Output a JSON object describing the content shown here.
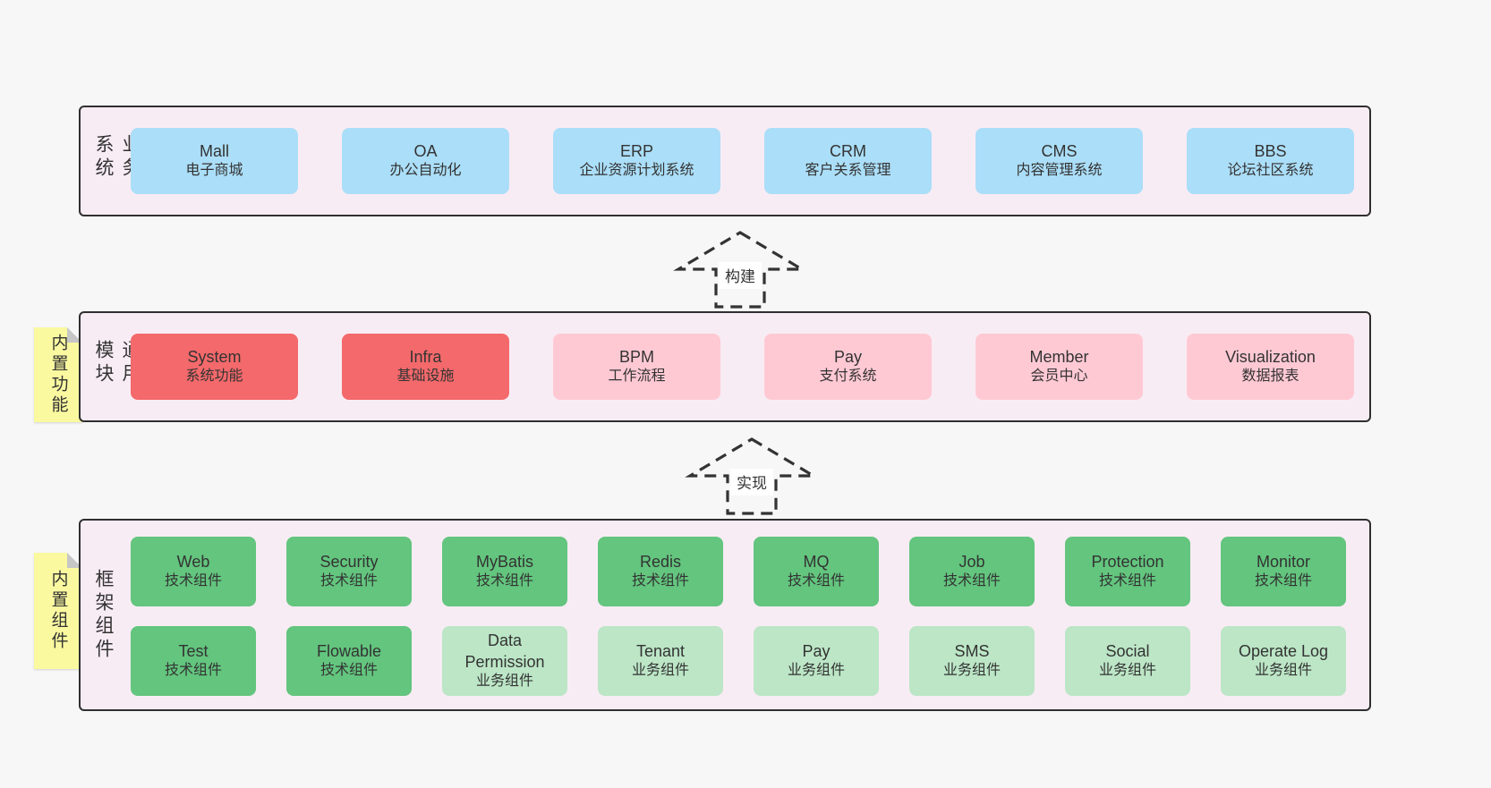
{
  "palette": {
    "page_bg": "#f7f7f7",
    "panel_bg": "#f8ecf4",
    "panel_border": "#2f2f2f",
    "blue": "#abdef8",
    "red": "#f4696b",
    "pink": "#ffc9d4",
    "green": "#63c57e",
    "lightgreen": "#bce6c6",
    "sticky_yellow": "#faf9a0",
    "text": "#333333"
  },
  "sections": [
    {
      "side_label": "业务系统",
      "boxes": [
        {
          "title": "Mall",
          "subtitle": "电子商城",
          "variant": "blue"
        },
        {
          "title": "OA",
          "subtitle": "办公自动化",
          "variant": "blue"
        },
        {
          "title": "ERP",
          "subtitle": "企业资源计划系统",
          "variant": "blue"
        },
        {
          "title": "CRM",
          "subtitle": "客户关系管理",
          "variant": "blue"
        },
        {
          "title": "CMS",
          "subtitle": "内容管理系统",
          "variant": "blue"
        },
        {
          "title": "BBS",
          "subtitle": "论坛社区系统",
          "variant": "blue"
        }
      ]
    },
    {
      "side_label": "通用模块",
      "sticky_label": "内置功能",
      "boxes": [
        {
          "title": "System",
          "subtitle": "系统功能",
          "variant": "red"
        },
        {
          "title": "Infra",
          "subtitle": "基础设施",
          "variant": "red"
        },
        {
          "title": "BPM",
          "subtitle": "工作流程",
          "variant": "pink"
        },
        {
          "title": "Pay",
          "subtitle": "支付系统",
          "variant": "pink"
        },
        {
          "title": "Member",
          "subtitle": "会员中心",
          "variant": "pink"
        },
        {
          "title": "Visualization",
          "subtitle": "数据报表",
          "variant": "pink"
        }
      ]
    },
    {
      "side_label": "框架组件",
      "sticky_label": "内置组件",
      "rows": [
        [
          {
            "title": "Web",
            "subtitle": "技术组件",
            "variant": "green"
          },
          {
            "title": "Security",
            "subtitle": "技术组件",
            "variant": "green"
          },
          {
            "title": "MyBatis",
            "subtitle": "技术组件",
            "variant": "green"
          },
          {
            "title": "Redis",
            "subtitle": "技术组件",
            "variant": "green"
          },
          {
            "title": "MQ",
            "subtitle": "技术组件",
            "variant": "green"
          },
          {
            "title": "Job",
            "subtitle": "技术组件",
            "variant": "green"
          },
          {
            "title": "Protection",
            "subtitle": "技术组件",
            "variant": "green"
          },
          {
            "title": "Monitor",
            "subtitle": "技术组件",
            "variant": "green"
          }
        ],
        [
          {
            "title": "Test",
            "subtitle": "技术组件",
            "variant": "green"
          },
          {
            "title": "Flowable",
            "subtitle": "技术组件",
            "variant": "green"
          },
          {
            "title": "Data Permission",
            "subtitle": "业务组件",
            "variant": "lightgreen"
          },
          {
            "title": "Tenant",
            "subtitle": "业务组件",
            "variant": "lightgreen"
          },
          {
            "title": "Pay",
            "subtitle": "业务组件",
            "variant": "lightgreen"
          },
          {
            "title": "SMS",
            "subtitle": "业务组件",
            "variant": "lightgreen"
          },
          {
            "title": "Social",
            "subtitle": "业务组件",
            "variant": "lightgreen"
          },
          {
            "title": "Operate Log",
            "subtitle": "业务组件",
            "variant": "lightgreen"
          }
        ]
      ]
    }
  ],
  "arrows": [
    {
      "label": "构建"
    },
    {
      "label": "实现"
    }
  ]
}
